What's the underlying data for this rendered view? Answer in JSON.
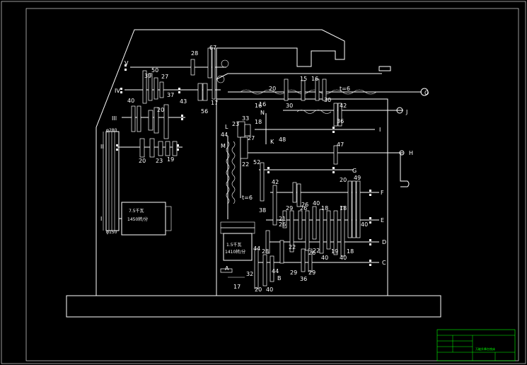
{
  "shaft_labels": [
    "V",
    "IV",
    "III",
    "II",
    "I",
    "J",
    "I",
    "H",
    "G",
    "F",
    "E",
    "D",
    "C",
    "O",
    "A",
    "B",
    "K",
    "L",
    "M",
    "N"
  ],
  "gear_labels": [
    "28",
    "67",
    "50",
    "39",
    "27",
    "37",
    "40",
    "43",
    "20",
    "20",
    "23",
    "19",
    "56",
    "17",
    "15",
    "16",
    "30",
    "20",
    "30",
    "42",
    "36",
    "47",
    "22",
    "33",
    "23",
    "16",
    "18",
    "27",
    "52",
    "48",
    "44",
    "42",
    "38",
    "20",
    "49",
    "29",
    "26",
    "40",
    "18",
    "18",
    "40",
    "26",
    "22",
    "22",
    "19",
    "18",
    "40",
    "40",
    "44",
    "28",
    "26",
    "29",
    "36",
    "32",
    "17",
    "20",
    "40",
    "44",
    "26",
    "21",
    "16",
    "29"
  ],
  "misc": {
    "pulley_top": "φ280",
    "pulley_bottom": "φ150",
    "motor_main": "7.5千瓦",
    "motor_main_speed": "1450转/分",
    "motor_feed": "1.5千瓦",
    "motor_feed_speed": "1410转/分",
    "t6_top": "t=6",
    "t6_side": "t=6",
    "title_block": "万能升降台铣床"
  },
  "colors": {
    "background": "#000000",
    "line": "#ffffff",
    "title_block": "#00ff00"
  }
}
